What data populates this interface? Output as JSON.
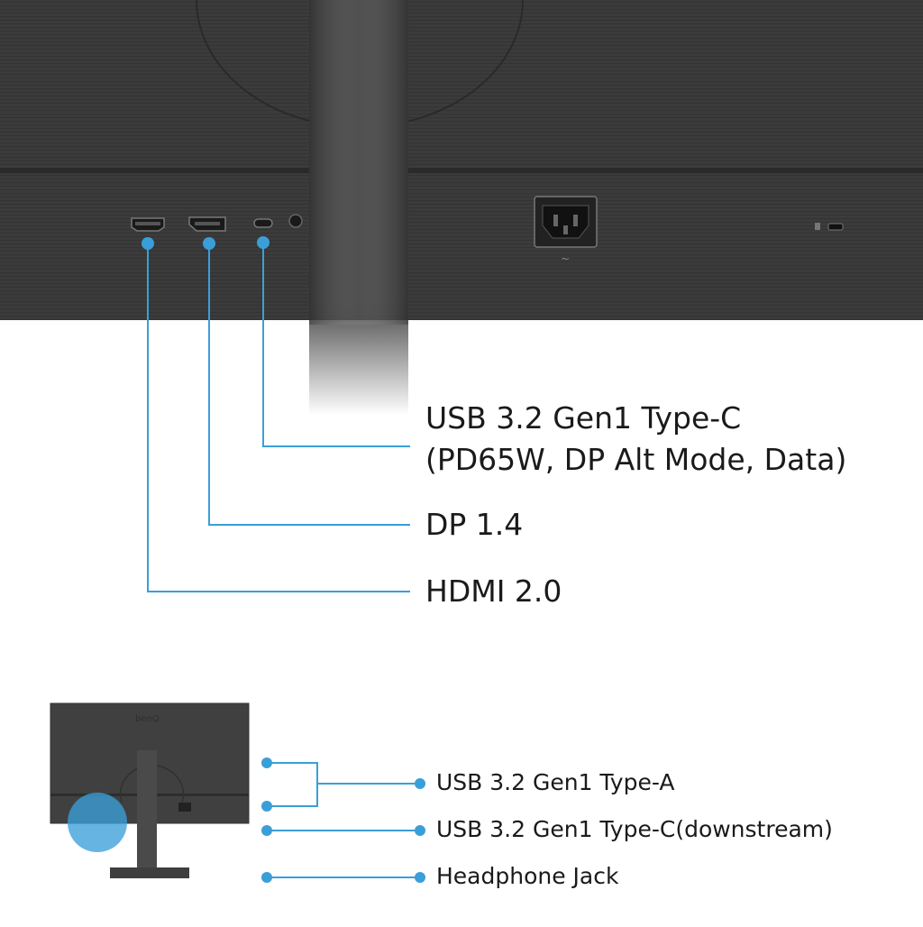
{
  "colors": {
    "panel": "#3c3c3c",
    "panel_dark": "#2d2d2d",
    "stand": "#4a4a4a",
    "callout_line": "#3a9fd8",
    "callout_dot": "#3a9fd8",
    "text": "#1a1a1a"
  },
  "rear_ports": {
    "usb_c": {
      "line1": "USB 3.2 Gen1 Type-C",
      "line2": "(PD65W, DP Alt Mode, Data)"
    },
    "displayport": "DP 1.4",
    "hdmi": "HDMI 2.0"
  },
  "side_ports": {
    "usb_a": "USB 3.2 Gen1 Type-A",
    "usb_c_downstream": "USB 3.2 Gen1 Type-C(downstream)",
    "headphone": "Headphone Jack"
  }
}
